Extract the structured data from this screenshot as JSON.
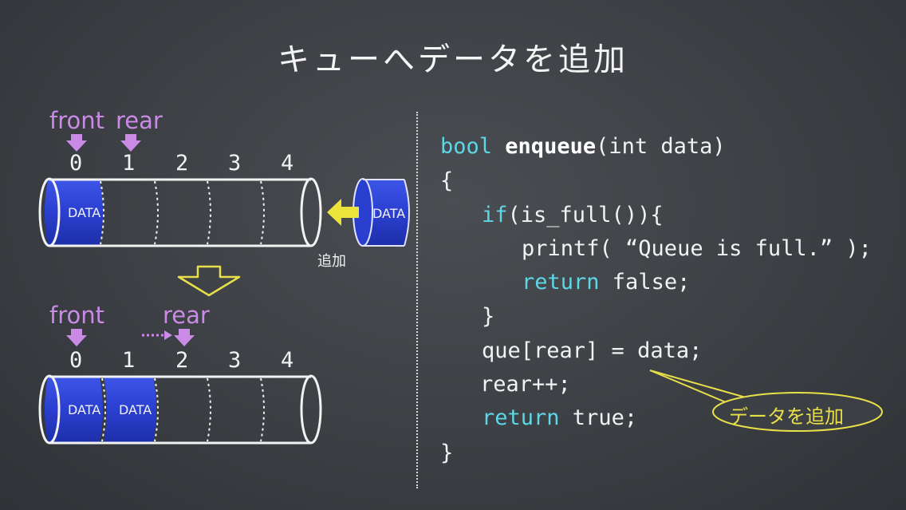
{
  "title": "キューへデータを追加",
  "top_queue": {
    "front_label": "front",
    "rear_label": "rear",
    "indices": [
      "0",
      "1",
      "2",
      "3",
      "4"
    ],
    "slot_data": "DATA",
    "incoming_data": "DATA",
    "add_label": "追加"
  },
  "bottom_queue": {
    "front_label": "front",
    "rear_label": "rear",
    "indices": [
      "0",
      "1",
      "2",
      "3",
      "4"
    ],
    "slot0_data": "DATA",
    "slot1_data": "DATA"
  },
  "code": {
    "l1_type": "bool",
    "l1_name": "enqueue",
    "l1_rest": "(int data)",
    "l2": "{",
    "l3_kw": "if",
    "l3_rest": "(is_full()){",
    "l4": "printf( “Queue is full.” );",
    "l5_kw": "return",
    "l5_rest": " false;",
    "l6": "}",
    "l7": "que[rear] = data;",
    "l8": "rear++;",
    "l9_kw": "return",
    "l9_rest": " true;",
    "l10": "}"
  },
  "callout": "データを追加",
  "colors": {
    "pointer": "#c98be6",
    "keyword": "#5fd6e6",
    "data_cell": "#2a3fd0",
    "callout": "#e8e04a"
  }
}
